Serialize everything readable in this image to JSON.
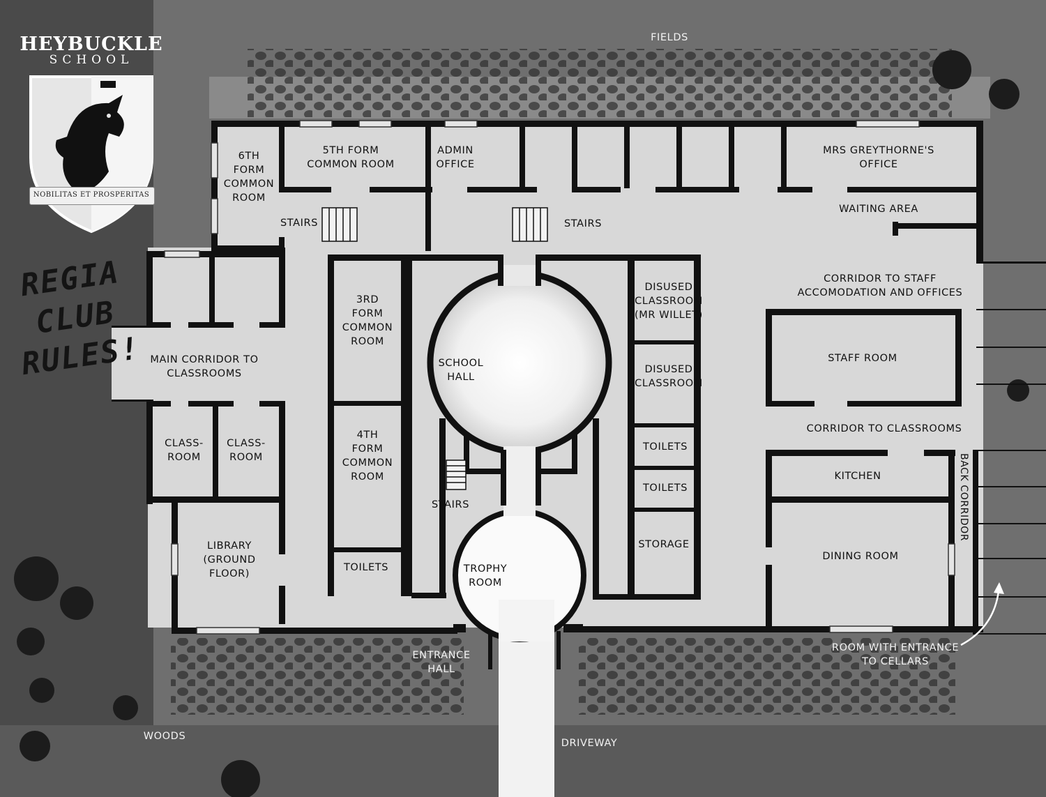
{
  "crest": {
    "name_top": "HEYBUCKLE",
    "name_bottom": "SCHOOL",
    "motto": "NOBILITAS ET PROSPERITAS",
    "emblem_icon": "dragon-shield-icon"
  },
  "graffiti": "REGIA\nCLUB\nRULES!",
  "surroundings": {
    "north": "FIELDS",
    "southwest": "WOODS",
    "south": "DRIVEWAY"
  },
  "rooms": {
    "sixth_form": "6TH\nFORM\nCOMMON\nROOM",
    "fifth_form": "5TH FORM\nCOMMON ROOM",
    "admin_office": "ADMIN\nOFFICE",
    "greythorne_office": "MRS GREYTHORNE'S\nOFFICE",
    "waiting_area": "WAITING AREA",
    "stairs_west": "STAIRS",
    "stairs_east": "STAIRS",
    "stairs_south": "STAIRS",
    "third_form": "3RD\nFORM\nCOMMON\nROOM",
    "fourth_form": "4TH\nFORM\nCOMMON\nROOM",
    "school_hall": "SCHOOL\nHALL",
    "disused_willet": "DISUSED\nCLASSROOM\n(MR WILLET)",
    "disused_classroom": "DISUSED\nCLASSROOM",
    "toilets_1": "TOILETS",
    "toilets_2": "TOILETS",
    "toilets_3": "TOILETS",
    "storage": "STORAGE",
    "classroom_1": "CLASS-\nROOM",
    "classroom_2": "CLASS-\nROOM",
    "library": "LIBRARY\n(GROUND\nFLOOR)",
    "trophy_room": "TROPHY\nROOM",
    "entrance_hall": "ENTRANCE\nHALL",
    "staff_room": "STAFF ROOM",
    "kitchen": "KITCHEN",
    "dining_room": "DINING ROOM"
  },
  "corridors": {
    "main_corridor": "MAIN CORRIDOR TO\nCLASSROOMS",
    "staff_corridor": "CORRIDOR TO STAFF\nACCOMODATION AND OFFICES",
    "classroom_corridor": "CORRIDOR TO CLASSROOMS",
    "back_corridor": "BACK CORRIDOR",
    "cellar_room": "ROOM WITH ENTRANCE\nTO CELLARS"
  },
  "colors": {
    "wall": "#111111",
    "floor": "#d9d9d9",
    "ground": "#6e6e6e",
    "highlight": "#f4f4f4"
  }
}
